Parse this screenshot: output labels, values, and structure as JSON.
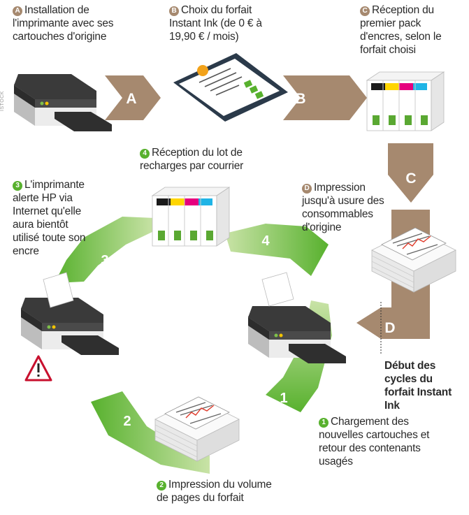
{
  "credit": "ISTOCK",
  "steps": {
    "A": {
      "badge": "A",
      "text": "Installation de l'imprimante avec ses cartouches d'origine"
    },
    "B": {
      "badge": "B",
      "text": "Choix du forfait Instant Ink (de 0 € à 19,90 € / mois)"
    },
    "C": {
      "badge": "C",
      "text": "Réception du premier pack d'encres, selon le forfait choisi"
    },
    "D": {
      "badge": "D",
      "text": "Impression jusqu'à usure des consommables d'origine"
    }
  },
  "cycle": {
    "1": {
      "badge": "1",
      "text": "Chargement des nouvelles cartouches et retour des contenants usagés"
    },
    "2": {
      "badge": "2",
      "text": "Impression du volume de pages du forfait"
    },
    "3": {
      "badge": "3",
      "text": "L'imprimante alerte HP via Internet qu'elle aura bientôt utilisé toute son encre"
    },
    "4": {
      "badge": "4",
      "text": "Réception du lot de recharges par courrier"
    }
  },
  "cycle_start": "Début des cycles du forfait Instant Ink",
  "arrow_labels": {
    "A": "A",
    "B": "B",
    "C": "C",
    "D": "D"
  },
  "cycle_labels": {
    "one": "1",
    "two": "2",
    "three": "3",
    "four": "4"
  },
  "colors": {
    "brown_arrow": "#a6896f",
    "green_light": "#c9e3a7",
    "green_dark": "#58b12e",
    "cyan": "#1fb4e6",
    "magenta": "#e6007e",
    "yellow": "#ffd500",
    "black": "#1a1a1a"
  }
}
